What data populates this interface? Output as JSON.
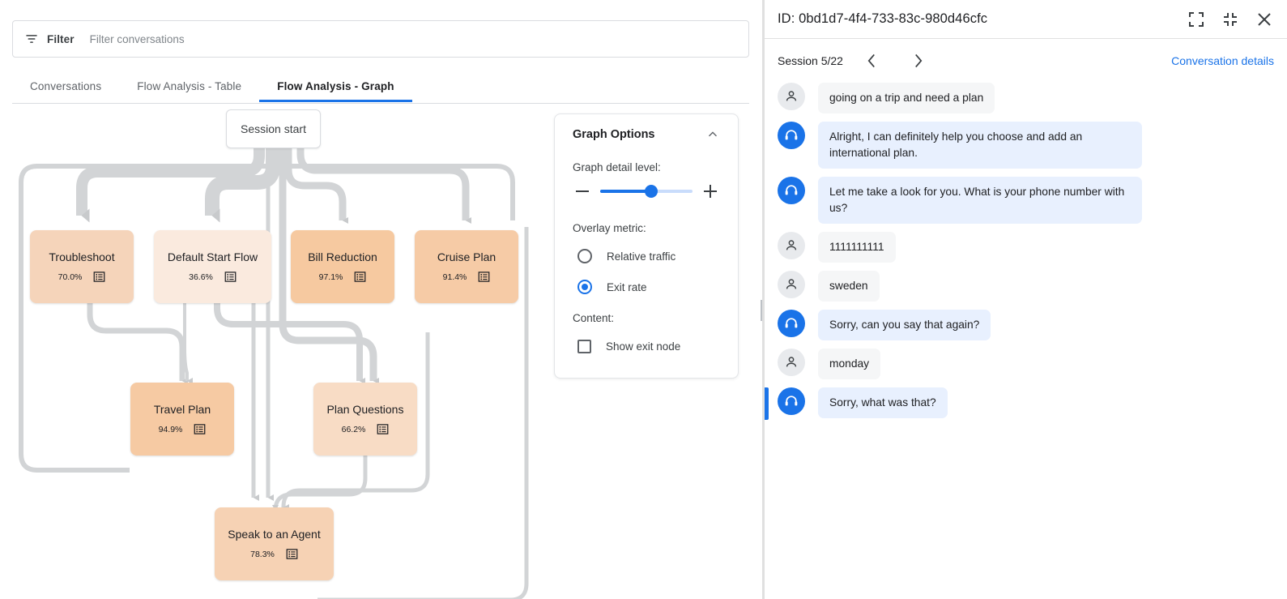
{
  "filter": {
    "icon": "filter-icon",
    "label": "Filter",
    "placeholder": "Filter conversations",
    "value": ""
  },
  "tabs": [
    {
      "label": "Conversations",
      "active": false
    },
    {
      "label": "Flow Analysis - Table",
      "active": false
    },
    {
      "label": "Flow Analysis - Graph",
      "active": true
    }
  ],
  "graph": {
    "start_node": {
      "label": "Session start"
    },
    "nodes": [
      {
        "id": "troubleshoot",
        "label": "Troubleshoot",
        "metric": "70.0%",
        "exit_rate": 70.0,
        "color": "#f5d4ba"
      },
      {
        "id": "default_start",
        "label": "Default Start Flow",
        "metric": "36.6%",
        "exit_rate": 36.6,
        "color": "#faeade"
      },
      {
        "id": "bill_reduction",
        "label": "Bill Reduction",
        "metric": "97.1%",
        "exit_rate": 97.1,
        "color": "#f6c9a0"
      },
      {
        "id": "cruise_plan",
        "label": "Cruise Plan",
        "metric": "91.4%",
        "exit_rate": 91.4,
        "color": "#f6cba6"
      },
      {
        "id": "travel_plan",
        "label": "Travel Plan",
        "metric": "94.9%",
        "exit_rate": 94.9,
        "color": "#f6caa3"
      },
      {
        "id": "plan_questions",
        "label": "Plan Questions",
        "metric": "66.2%",
        "exit_rate": 66.2,
        "color": "#f8dcc5"
      },
      {
        "id": "speak_agent",
        "label": "Speak to an Agent",
        "metric": "78.3%",
        "exit_rate": 78.3,
        "color": "#f6d2b4"
      }
    ],
    "edge_color": "#d2d4d6",
    "node_icon": "list-view-icon"
  },
  "options": {
    "title": "Graph Options",
    "collapse_icon": "chevron-up-icon",
    "detail_level_label": "Graph detail level:",
    "decrease_icon": "minus-icon",
    "increase_icon": "plus-icon",
    "slider_value": 55,
    "overlay_metric_label": "Overlay metric:",
    "overlay_options": [
      {
        "label": "Relative traffic",
        "selected": false
      },
      {
        "label": "Exit rate",
        "selected": true
      }
    ],
    "content_label": "Content:",
    "content_options": [
      {
        "label": "Show exit node",
        "checked": false
      }
    ],
    "accent_color": "#1a73e8"
  },
  "right_panel": {
    "title": "ID: 0bd1d7-4f4-733-83c-980d46cfc",
    "icons": [
      "expand-icon",
      "collapse-icon",
      "close-icon"
    ],
    "session_label": "Session 5/22",
    "prev_icon": "chevron-left-icon",
    "next_icon": "chevron-right-icon",
    "details_link": "Conversation details",
    "messages": [
      {
        "role": "user",
        "text": "going on a trip and need a plan",
        "highlight": false
      },
      {
        "role": "agent",
        "text": "Alright, I can definitely help you choose and add an international plan.",
        "highlight": false
      },
      {
        "role": "agent",
        "text": "Let me take a look for you. What is your phone number with us?",
        "highlight": false
      },
      {
        "role": "user",
        "text": "1111111111",
        "highlight": false
      },
      {
        "role": "user",
        "text": "sweden",
        "highlight": false
      },
      {
        "role": "agent",
        "text": "Sorry, can you say that again?",
        "highlight": false
      },
      {
        "role": "user",
        "text": "monday",
        "highlight": false
      },
      {
        "role": "agent",
        "text": "Sorry, what was that?",
        "highlight": true
      }
    ]
  }
}
